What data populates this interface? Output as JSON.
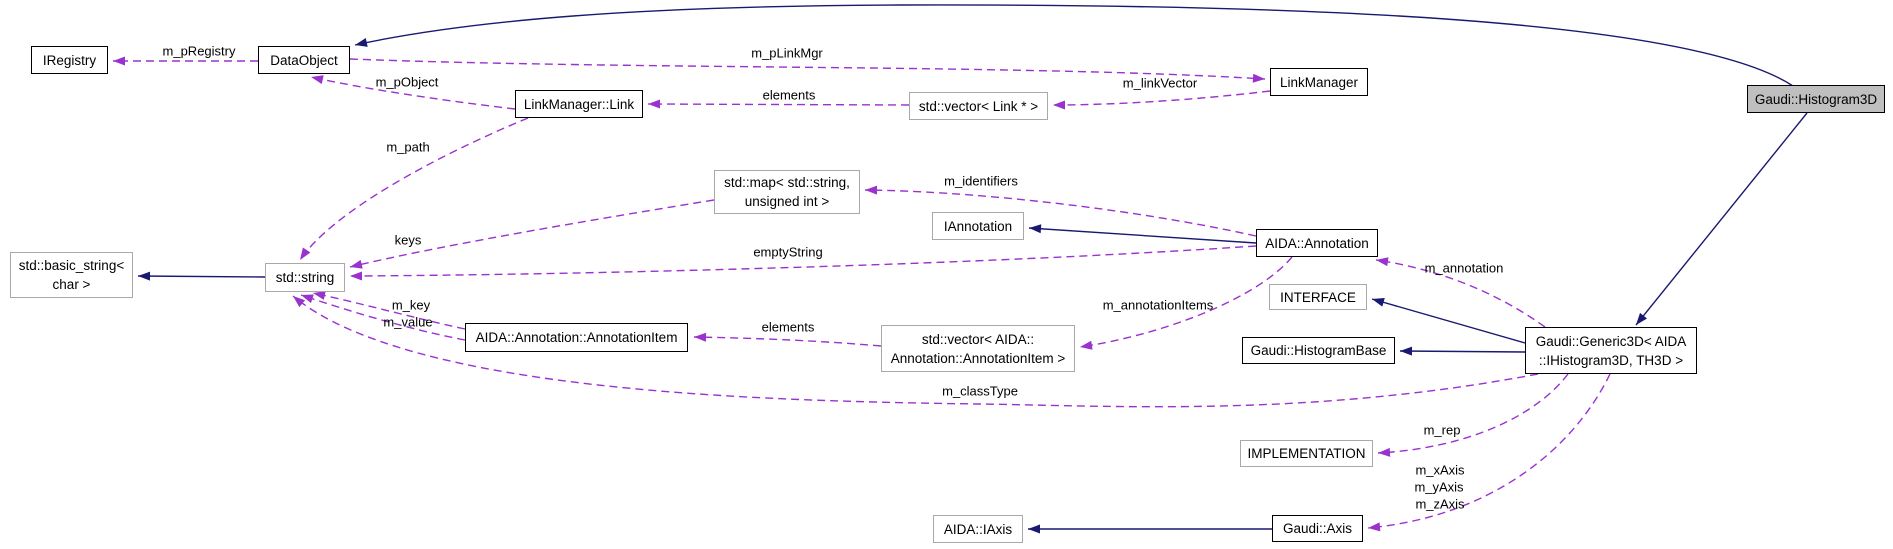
{
  "diagram_type": "class-collaboration-diagram",
  "colors": {
    "inheritance_edge": "#191970",
    "usage_edge": "#9a32cd",
    "current_node_fill": "#bfbfbf",
    "node_fill": "#ffffff",
    "documented_border": "#000000",
    "external_border": "#a9a9a9",
    "background": "#ffffff"
  },
  "nodes": {
    "iregistry": {
      "lines": [
        "IRegistry"
      ]
    },
    "dataobject": {
      "lines": [
        "DataObject"
      ]
    },
    "lm_link": {
      "lines": [
        "LinkManager::Link"
      ]
    },
    "vector_link": {
      "lines": [
        "std::vector< Link * >"
      ]
    },
    "linkmanager": {
      "lines": [
        "LinkManager"
      ]
    },
    "histogram3d": {
      "lines": [
        "Gaudi::Histogram3D"
      ]
    },
    "std_map": {
      "lines": [
        "std::map< std::string,",
        "unsigned int >"
      ]
    },
    "iannotation": {
      "lines": [
        "IAnnotation"
      ]
    },
    "aida_annotation": {
      "lines": [
        "AIDA::Annotation"
      ]
    },
    "basic_string": {
      "lines": [
        "std::basic_string<",
        "char >"
      ]
    },
    "std_string": {
      "lines": [
        "std::string"
      ]
    },
    "interface": {
      "lines": [
        "INTERFACE"
      ]
    },
    "histogrambase": {
      "lines": [
        "Gaudi::HistogramBase"
      ]
    },
    "generic3d": {
      "lines": [
        "Gaudi::Generic3D< AIDA",
        "::IHistogram3D, TH3D >"
      ]
    },
    "annotationitem": {
      "lines": [
        "AIDA::Annotation::AnnotationItem"
      ]
    },
    "vector_annitem": {
      "lines": [
        "std::vector< AIDA::",
        "Annotation::AnnotationItem >"
      ]
    },
    "implementation": {
      "lines": [
        "IMPLEMENTATION"
      ]
    },
    "iaxis": {
      "lines": [
        "AIDA::IAxis"
      ]
    },
    "gaudi_axis": {
      "lines": [
        "Gaudi::Axis"
      ]
    }
  },
  "edge_labels": {
    "m_pRegistry": "m_pRegistry",
    "m_pLinkMgr": "m_pLinkMgr",
    "m_pObject": "m_pObject",
    "elements_links": "elements",
    "m_linkVector": "m_linkVector",
    "m_path": "m_path",
    "m_identifiers": "m_identifiers",
    "keys": "keys",
    "emptyString": "emptyString",
    "m_annotation": "m_annotation",
    "m_key": "m_key",
    "m_value": "m_value",
    "elements_items": "elements",
    "m_annotationItems": "m_annotationItems",
    "m_classType": "m_classType",
    "m_rep": "m_rep",
    "m_xAxis": "m_xAxis",
    "m_yAxis": "m_yAxis",
    "m_zAxis": "m_zAxis"
  },
  "edges": [
    {
      "from": "DataObject",
      "to": "IRegistry",
      "label": "m_pRegistry",
      "kind": "usage"
    },
    {
      "from": "DataObject",
      "to": "LinkManager",
      "label": "m_pLinkMgr",
      "kind": "usage"
    },
    {
      "from": "LinkManager",
      "to": "std::vector< Link * >",
      "label": "m_linkVector",
      "kind": "usage"
    },
    {
      "from": "std::vector< Link * >",
      "to": "LinkManager::Link",
      "label": "elements",
      "kind": "usage"
    },
    {
      "from": "LinkManager::Link",
      "to": "DataObject",
      "label": "m_pObject",
      "kind": "usage"
    },
    {
      "from": "LinkManager::Link",
      "to": "std::string",
      "label": "m_path",
      "kind": "usage"
    },
    {
      "from": "Gaudi::Histogram3D",
      "to": "DataObject",
      "kind": "inheritance"
    },
    {
      "from": "Gaudi::Histogram3D",
      "to": "Gaudi::Generic3D< AIDA::IHistogram3D, TH3D >",
      "kind": "inheritance"
    },
    {
      "from": "AIDA::Annotation",
      "to": "IAnnotation",
      "kind": "inheritance"
    },
    {
      "from": "AIDA::Annotation",
      "to": "std::map< std::string, unsigned int >",
      "label": "m_identifiers",
      "kind": "usage"
    },
    {
      "from": "std::map< std::string, unsigned int >",
      "to": "std::string",
      "label": "keys",
      "kind": "usage"
    },
    {
      "from": "AIDA::Annotation",
      "to": "std::string",
      "label": "emptyString",
      "kind": "usage"
    },
    {
      "from": "std::string",
      "to": "std::basic_string< char >",
      "kind": "inheritance"
    },
    {
      "from": "Gaudi::Generic3D< AIDA::IHistogram3D, TH3D >",
      "to": "AIDA::Annotation",
      "label": "m_annotation",
      "kind": "usage"
    },
    {
      "from": "Gaudi::Generic3D< AIDA::IHistogram3D, TH3D >",
      "to": "INTERFACE",
      "kind": "inheritance"
    },
    {
      "from": "Gaudi::Generic3D< AIDA::IHistogram3D, TH3D >",
      "to": "Gaudi::HistogramBase",
      "kind": "inheritance"
    },
    {
      "from": "AIDA::Annotation",
      "to": "std::vector< AIDA::Annotation::AnnotationItem >",
      "label": "m_annotationItems",
      "kind": "usage"
    },
    {
      "from": "std::vector< AIDA::Annotation::AnnotationItem >",
      "to": "AIDA::Annotation::AnnotationItem",
      "label": "elements",
      "kind": "usage"
    },
    {
      "from": "AIDA::Annotation::AnnotationItem",
      "to": "std::string",
      "label": "m_key",
      "kind": "usage"
    },
    {
      "from": "AIDA::Annotation::AnnotationItem",
      "to": "std::string",
      "label": "m_value",
      "kind": "usage"
    },
    {
      "from": "Gaudi::Generic3D< AIDA::IHistogram3D, TH3D >",
      "to": "std::string",
      "label": "m_classType",
      "kind": "usage"
    },
    {
      "from": "Gaudi::Generic3D< AIDA::IHistogram3D, TH3D >",
      "to": "IMPLEMENTATION",
      "label": "m_rep",
      "kind": "usage"
    },
    {
      "from": "Gaudi::Generic3D< AIDA::IHistogram3D, TH3D >",
      "to": "Gaudi::Axis",
      "label": "m_xAxis m_yAxis m_zAxis",
      "kind": "usage"
    },
    {
      "from": "Gaudi::Axis",
      "to": "AIDA::IAxis",
      "kind": "inheritance"
    }
  ]
}
